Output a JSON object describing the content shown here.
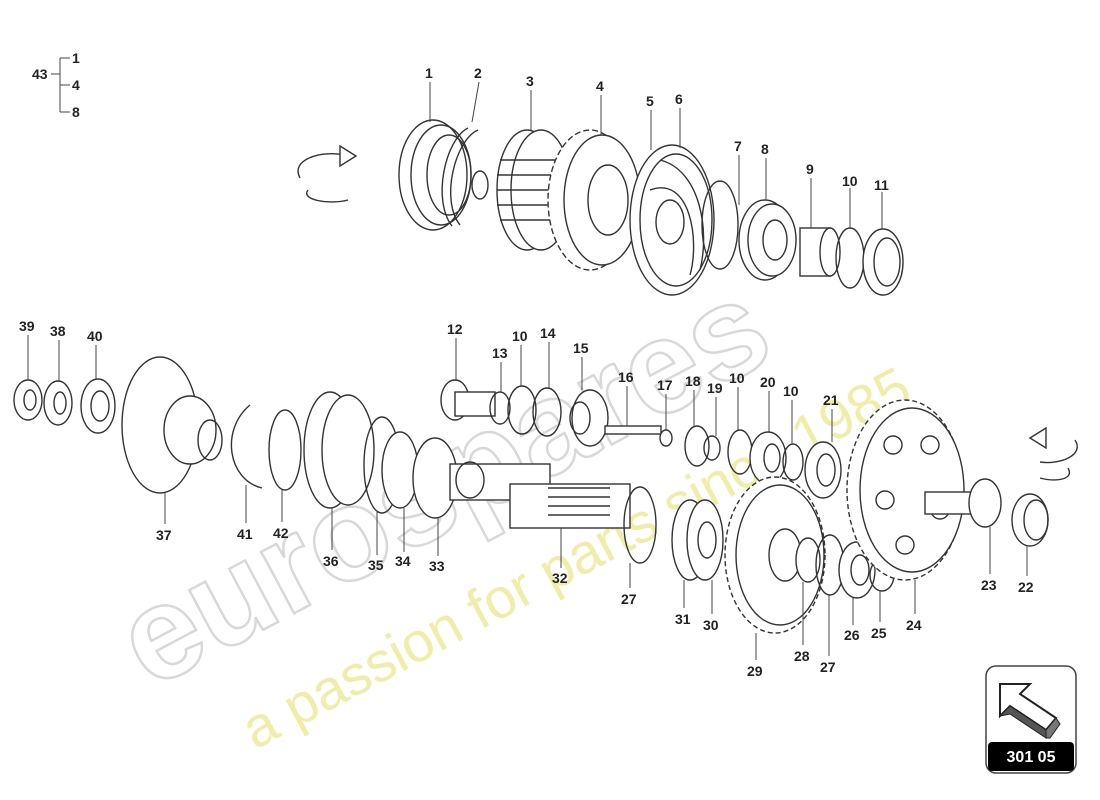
{
  "watermark": {
    "brand": "eurospares",
    "tagline": "a passion for parts since 1985"
  },
  "legend": {
    "main": "43",
    "items": [
      "1",
      "4",
      "8"
    ]
  },
  "reference_box": {
    "number": "301 05",
    "icon": "arrow-icon"
  },
  "rotation_arrows": [
    "rotation-arrow-icon",
    "rotation-arrow-icon"
  ],
  "labels": {
    "p1": "1",
    "p2": "2",
    "p3": "3",
    "p4": "4",
    "p5": "5",
    "p6": "6",
    "p7": "7",
    "p8": "8",
    "p9": "9",
    "p10a": "10",
    "p11": "11",
    "p39": "39",
    "p38": "38",
    "p40": "40",
    "p12": "12",
    "p13": "13",
    "p10b": "10",
    "p14": "14",
    "p15": "15",
    "p16": "16",
    "p17": "17",
    "p18": "18",
    "p19": "19",
    "p10c": "10",
    "p20": "20",
    "p10d": "10",
    "p21": "21",
    "p37": "37",
    "p41": "41",
    "p42": "42",
    "p36": "36",
    "p35": "35",
    "p34": "34",
    "p33": "33",
    "p32": "32",
    "p27a": "27",
    "p31": "31",
    "p30": "30",
    "p29": "29",
    "p28": "28",
    "p27b": "27",
    "p26": "26",
    "p25": "25",
    "p24": "24",
    "p23": "23",
    "p22": "22"
  }
}
